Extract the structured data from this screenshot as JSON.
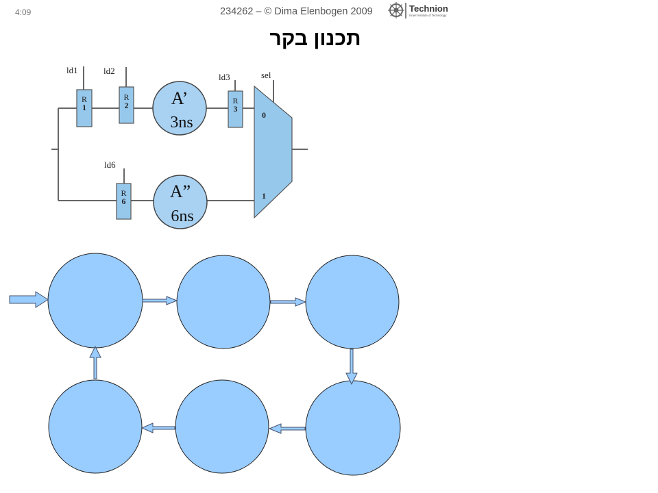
{
  "slide": {
    "time": "4:09",
    "course_line": "234262 – © Dima Elenbogen 2009",
    "logo": {
      "icon": "technion-emblem-icon",
      "name": "Technion",
      "subtitle": "Israel Institute of Technology"
    },
    "title": "תכנון בקר"
  },
  "circuit": {
    "registers": [
      {
        "label": "R",
        "index": "1",
        "load": "ld1"
      },
      {
        "label": "R",
        "index": "2",
        "load": "ld2"
      },
      {
        "label": "R",
        "index": "3",
        "load": "ld3"
      },
      {
        "label": "R",
        "index": "6",
        "load": "ld6"
      }
    ],
    "units": [
      {
        "name": "A’",
        "delay": "3ns"
      },
      {
        "name": "A”",
        "delay": "6ns"
      }
    ],
    "mux": {
      "select": "sel",
      "inputs": [
        "0",
        "1"
      ]
    }
  },
  "colors": {
    "register_fill": "#96c8ec",
    "unit_fill": "#a8d1f2",
    "state_fill": "#99ccff",
    "arrow_fill": "#99ccff",
    "wire": "#666666",
    "text_gray": "#666666"
  }
}
